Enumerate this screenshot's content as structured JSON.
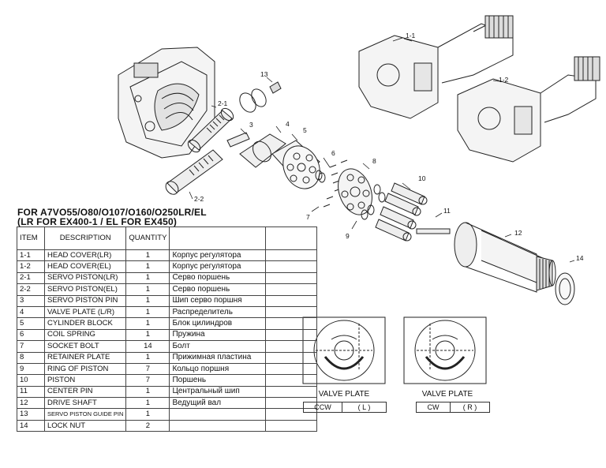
{
  "title_line1": "FOR A7VO55/O80/O107/O160/O250LR/EL",
  "title_line2": "(LR FOR EX400-1 / EL FOR EX450)",
  "table": {
    "headers": [
      "ITEM",
      "DESCRIPTION",
      "QUANTITY",
      "",
      ""
    ],
    "rows": [
      {
        "item": "1-1",
        "desc": "HEAD COVER(LR)",
        "qty": "1",
        "ru": "Корпус регулятора"
      },
      {
        "item": "1-2",
        "desc": "HEAD COVER(EL)",
        "qty": "1",
        "ru": "Корпус регулятора"
      },
      {
        "item": "2-1",
        "desc": "SERVO PISTON(LR)",
        "qty": "1",
        "ru": "Серво поршень"
      },
      {
        "item": "2-2",
        "desc": "SERVO PISTON(EL)",
        "qty": "1",
        "ru": "Серво поршень"
      },
      {
        "item": "3",
        "desc": "SERVO PISTON PIN",
        "qty": "1",
        "ru": "Шип серво поршня"
      },
      {
        "item": "4",
        "desc": "VALVE PLATE (L/R)",
        "qty": "1",
        "ru": "Распределитель"
      },
      {
        "item": "5",
        "desc": "CYLINDER BLOCK",
        "qty": "1",
        "ru": "Блок цилиндров"
      },
      {
        "item": "6",
        "desc": "COIL SPRING",
        "qty": "1",
        "ru": "Пружина"
      },
      {
        "item": "7",
        "desc": "SOCKET BOLT",
        "qty": "14",
        "ru": "Болт"
      },
      {
        "item": "8",
        "desc": "RETAINER PLATE",
        "qty": "1",
        "ru": "Прижимная пластина"
      },
      {
        "item": "9",
        "desc": "RING OF PISTON",
        "qty": "7",
        "ru": "Кольцо поршня"
      },
      {
        "item": "10",
        "desc": "PISTON",
        "qty": "7",
        "ru": "Поршень"
      },
      {
        "item": "11",
        "desc": "CENTER PIN",
        "qty": "1",
        "ru": "Центральный шип"
      },
      {
        "item": "12",
        "desc": "DRIVE SHAFT",
        "qty": "1",
        "ru": "Ведущий вал"
      },
      {
        "item": "13",
        "desc": "SERVO PISTON GUIDE PIN",
        "qty": "1",
        "ru": ""
      },
      {
        "item": "14",
        "desc": "LOCK NUT",
        "qty": "2",
        "ru": ""
      }
    ]
  },
  "callouts": [
    "1-1",
    "1-2",
    "2-1",
    "2-2",
    "3",
    "4",
    "5",
    "6",
    "7",
    "8",
    "9",
    "10",
    "11",
    "12",
    "13",
    "14"
  ],
  "valve_plates": {
    "left": {
      "label": "VALVE PLATE",
      "dir": "CCW",
      "side": "( L )"
    },
    "right": {
      "label": "VALVE PLATE",
      "dir": "CW",
      "side": "( R )"
    }
  }
}
